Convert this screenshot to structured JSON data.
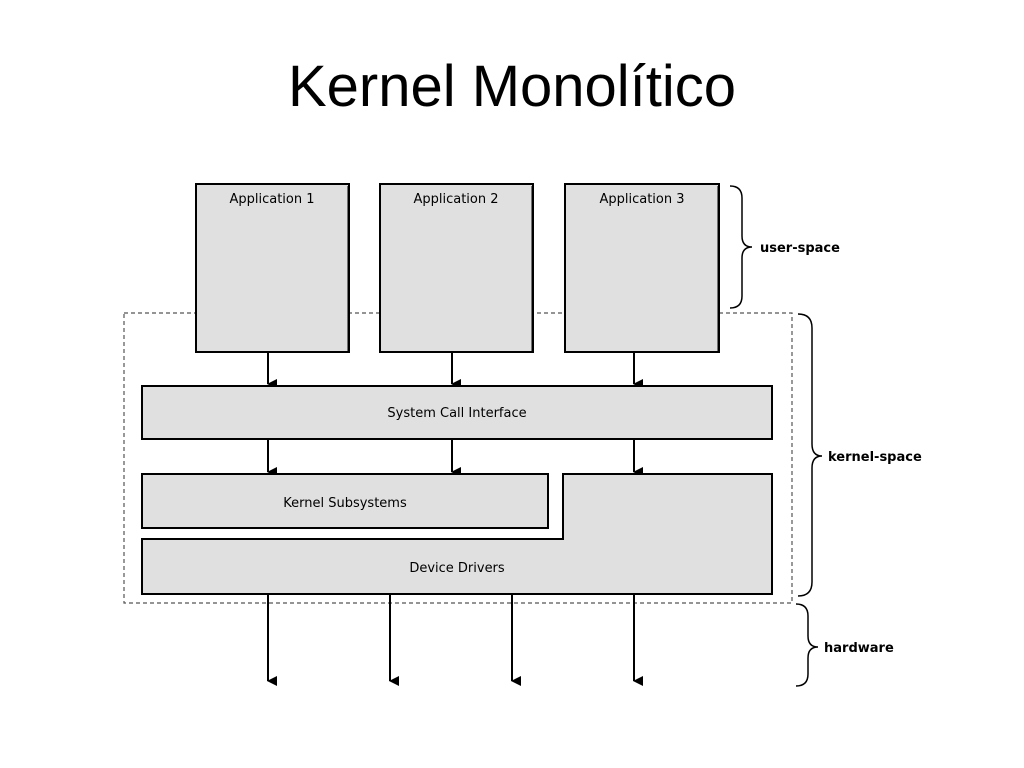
{
  "slide": {
    "title": "Kernel Monolítico"
  },
  "diagram": {
    "applications": [
      "Application 1",
      "Application 2",
      "Application 3"
    ],
    "system_call_interface": "System Call Interface",
    "kernel_subsystems": "Kernel Subsystems",
    "device_drivers": "Device Drivers",
    "brackets": {
      "user_space": "user-space",
      "kernel_space": "kernel-space",
      "hardware": "hardware"
    },
    "colors": {
      "box_fill": "#e0e0e0",
      "line": "#000000",
      "dashed_border": "#555555"
    }
  }
}
